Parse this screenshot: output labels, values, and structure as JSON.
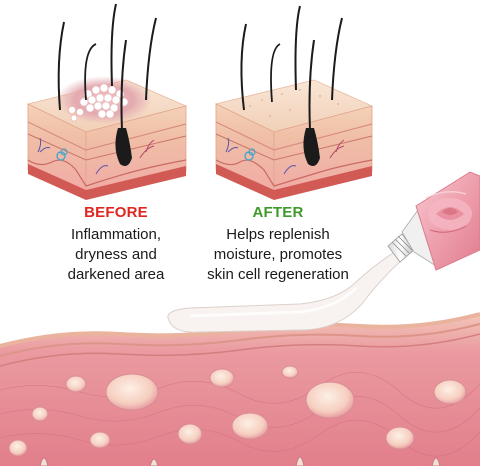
{
  "before": {
    "label": "BEFORE",
    "description": [
      "Inflammation,",
      "dryness and",
      "darkened area"
    ]
  },
  "after": {
    "label": "AFTER",
    "description": [
      "Helps replenish",
      "moisture, promotes",
      "skin cell regeneration"
    ]
  },
  "colors": {
    "before_label": "#e0261f",
    "after_label": "#3f9a2b",
    "skin_top": "#f6dcc7",
    "skin_side": "#efc7a9",
    "dermis": "#f3b8a6",
    "epidermis_layer": "#e69a8c",
    "cross_section": "#e88f95",
    "cream": "#f7f2ef",
    "tube": "#ee9ba9",
    "hair": "#1b1b1b"
  },
  "icons": {
    "before_block": "skin-block-inflamed-icon",
    "after_block": "skin-block-healthy-icon",
    "tube": "cream-tube-icon",
    "cross_section": "skin-cross-section-icon"
  }
}
